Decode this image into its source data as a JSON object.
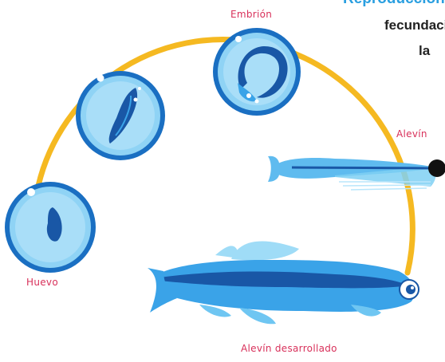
{
  "header": {
    "line1": "Reproducción",
    "line2": "fecundación",
    "line3": "la"
  },
  "stages": {
    "egg": "Huevo",
    "embryo": "Embrión",
    "larva": "Alevín",
    "developed": "Alevín desarrollado"
  },
  "colors": {
    "cycle_ring": "#f5b921",
    "egg_fill": "#8fd3f5",
    "egg_border": "#1a6fc2",
    "fish_body": "#3aa3e8",
    "fish_dark": "#1957a6",
    "label": "#d8305a",
    "title": "#2a9fe0"
  }
}
